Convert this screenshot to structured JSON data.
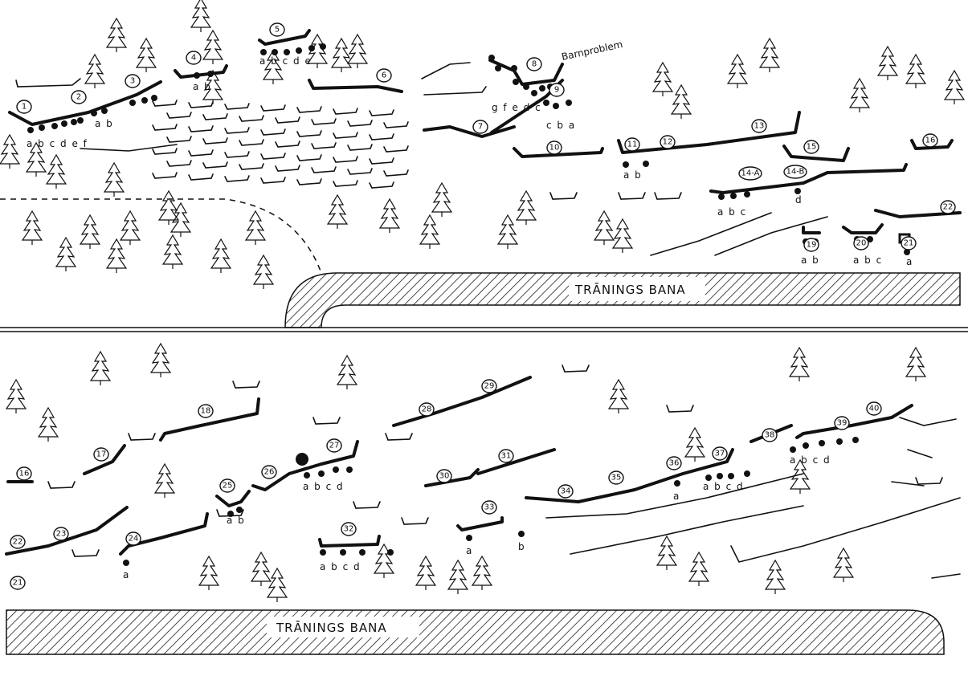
{
  "title": "Boulder area topo",
  "track_label_top": "TRĀNINGS BANA",
  "track_label_bottom": "TRĀNINGS BANA",
  "note_barnproblem": "Barnproblem",
  "top_markers": [
    "1",
    "2",
    "3",
    "4",
    "5",
    "6",
    "7",
    "8",
    "9",
    "10",
    "11",
    "12",
    "13",
    "14-A",
    "14-B",
    "15",
    "16",
    "19",
    "20",
    "21",
    "22"
  ],
  "bottom_markers": [
    "16",
    "17",
    "18",
    "21",
    "22",
    "23",
    "24",
    "25",
    "26",
    "27",
    "28",
    "29",
    "30",
    "31",
    "32",
    "33",
    "34",
    "35",
    "36",
    "37",
    "38",
    "39",
    "40"
  ],
  "problem_letters": {
    "p1": "a b c d e f",
    "p3": "a b",
    "p4": "a b",
    "p5": "a b c d e",
    "p8": "g f e d c",
    "p9": "c b a",
    "p11": "a b",
    "p14a": "a b c",
    "p14b": "d",
    "p19": "a b",
    "p20": "a b c",
    "p21": "a",
    "p24": "a",
    "p25": "a b",
    "p27": "a b c d",
    "p32": "a b c d",
    "p33a": "a",
    "p33b": "b",
    "p36": "a",
    "p37": "a b c d",
    "p39": "a b c d"
  }
}
